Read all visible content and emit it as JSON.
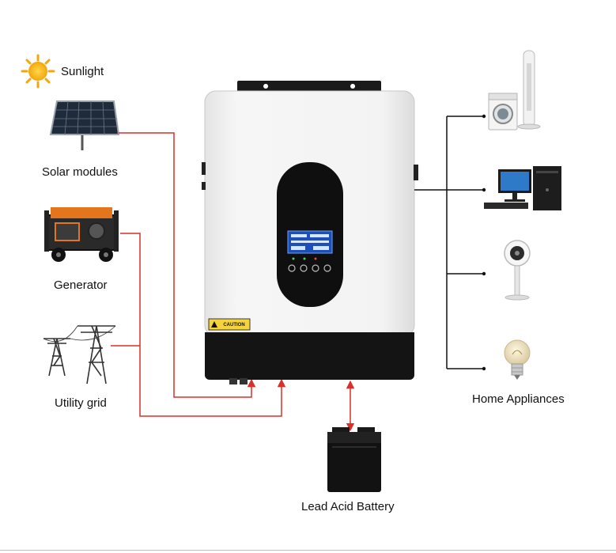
{
  "sources": {
    "sunlight": "Sunlight",
    "solar": "Solar modules",
    "generator": "Generator",
    "grid": "Utility grid"
  },
  "loads": {
    "label": "Home Appliances"
  },
  "battery": {
    "label": "Lead Acid Battery"
  },
  "inverter": {
    "caution": "CAUTION"
  },
  "colors": {
    "source_line": "#d9302b",
    "load_line": "#111111",
    "inverter_body": "#f1f1f1",
    "inverter_base": "#141414"
  }
}
